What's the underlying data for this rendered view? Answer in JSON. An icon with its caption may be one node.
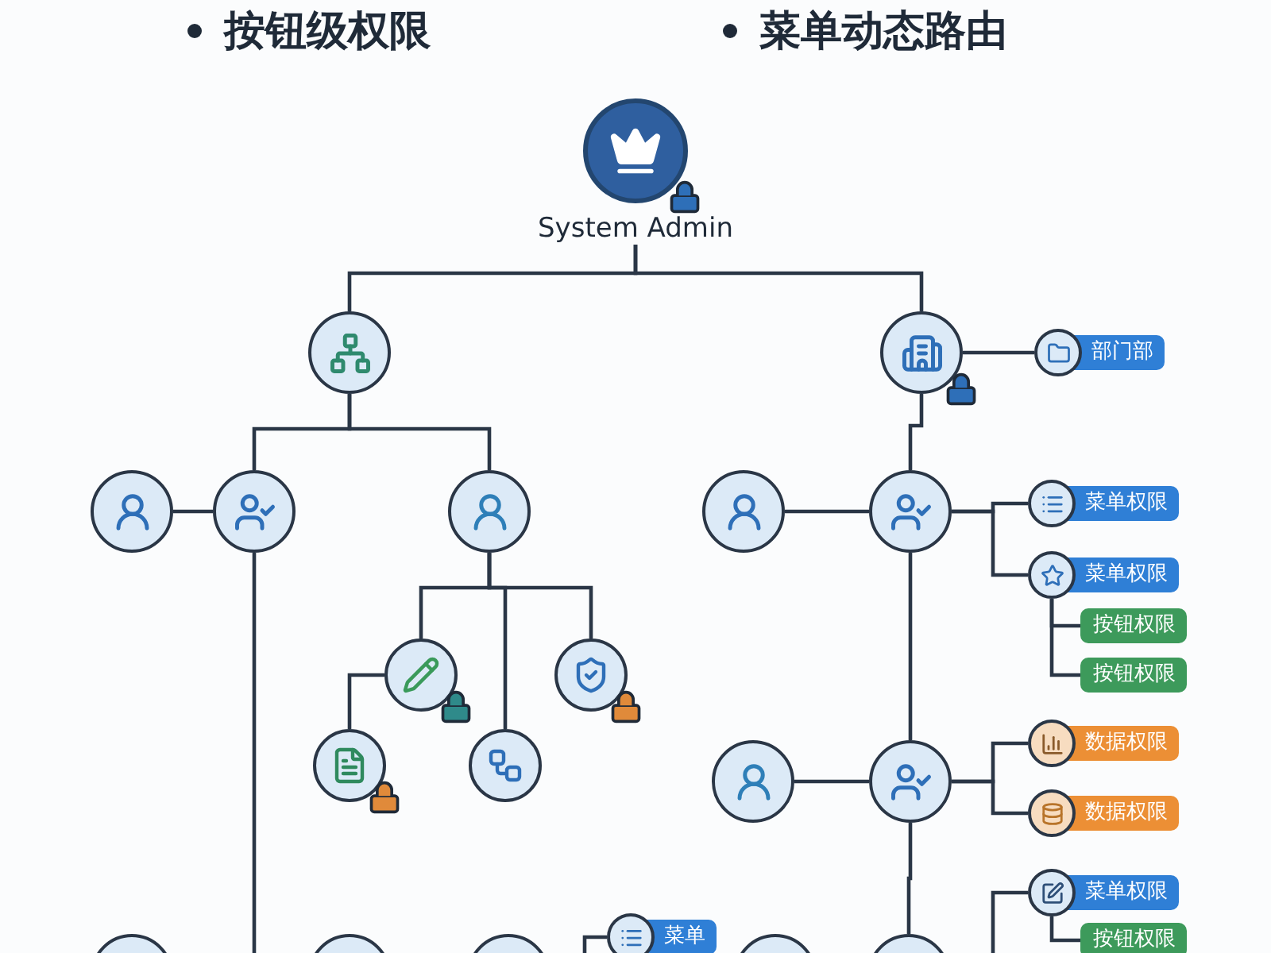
{
  "diagram": {
    "nodes": [
      {
        "text": [
          "System Admin"
        ]
      },
      {
        "text": [],
        "shape": "circle"
      },
      {
        "text": [],
        "shape": "circle"
      },
      {
        "text": [
          "部门部"
        ]
      },
      {
        "text": [],
        "shape": "circle"
      },
      {
        "text": [],
        "shape": "circle"
      },
      {
        "text": [],
        "shape": "circle"
      },
      {
        "text": [],
        "shape": "circle"
      },
      {
        "text": [],
        "shape": "circle"
      },
      {
        "text": [
          "菜单权限"
        ]
      },
      {
        "text": [
          "菜单权限"
        ]
      },
      {
        "text": [
          "按钮权限"
        ]
      },
      {
        "text": [
          "按钮权限"
        ]
      },
      {
        "text": [],
        "shape": "circle"
      },
      {
        "text": [],
        "shape": "circle"
      },
      {
        "text": [],
        "shape": "circle"
      },
      {
        "text": [],
        "shape": "circle"
      },
      {
        "text": [],
        "shape": "circle"
      },
      {
        "text": [],
        "shape": "circle"
      },
      {
        "text": [
          "数据权限"
        ]
      },
      {
        "text": [
          "数据权限"
        ]
      },
      {
        "text": [
          "菜单权限"
        ]
      },
      {
        "text": [
          "按钮权限"
        ]
      },
      {
        "text": [],
        "shape": "circle"
      },
      {
        "text": [],
        "shape": "circle"
      },
      {
        "text": [],
        "shape": "circle"
      },
      {
        "text": [
          "菜单"
        ]
      },
      {
        "text": [],
        "shape": "circle"
      },
      {
        "text": [],
        "shape": "circle"
      }
    ],
    "edges": [
      {
        "from": 0,
        "to": 1,
        "arrow": "none"
      },
      {
        "from": 0,
        "to": 2,
        "arrow": "none"
      },
      {
        "from": 2,
        "to": 3,
        "arrow": "none"
      },
      {
        "from": 1,
        "to": 5,
        "arrow": "none"
      },
      {
        "from": 1,
        "to": 6,
        "arrow": "none"
      },
      {
        "from": 5,
        "to": 4,
        "arrow": "none"
      },
      {
        "from": 5,
        "to": null,
        "arrow": "none"
      },
      {
        "from": 6,
        "to": 13,
        "arrow": "none"
      },
      {
        "from": 6,
        "to": 16,
        "arrow": "none"
      },
      {
        "from": 6,
        "to": 14,
        "arrow": "none"
      },
      {
        "from": 13,
        "to": 15,
        "arrow": "none"
      },
      {
        "from": 8,
        "to": 7,
        "arrow": "none"
      },
      {
        "from": 2,
        "to": 8,
        "arrow": "none"
      },
      {
        "from": 8,
        "to": 9,
        "arrow": "none"
      },
      {
        "from": 8,
        "to": 10,
        "arrow": "none"
      },
      {
        "from": 10,
        "to": 11,
        "arrow": "none"
      },
      {
        "from": 10,
        "to": 12,
        "arrow": "none"
      },
      {
        "from": 8,
        "to": 18,
        "arrow": "none"
      },
      {
        "from": 18,
        "to": 17,
        "arrow": "none"
      },
      {
        "from": 18,
        "to": 19,
        "arrow": "none"
      },
      {
        "from": 18,
        "to": 20,
        "arrow": "none"
      },
      {
        "from": 18,
        "to": 28,
        "arrow": "none"
      },
      {
        "from": 21,
        "to": 22,
        "arrow": "none"
      },
      {
        "from": 28,
        "to": 21,
        "arrow": "none"
      },
      {
        "from": 26,
        "to": null,
        "arrow": "none"
      }
    ],
    "labels": [
      "按钮级权限",
      "菜单动态路由"
    ]
  }
}
